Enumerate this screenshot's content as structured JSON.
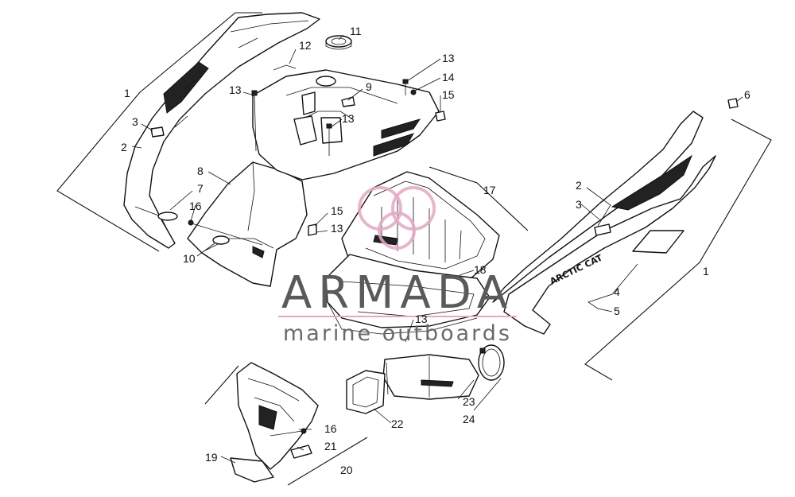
{
  "callouts": [
    {
      "id": "c1a",
      "text": "1"
    },
    {
      "id": "c3a",
      "text": "3"
    },
    {
      "id": "c2a",
      "text": "2"
    },
    {
      "id": "c7",
      "text": "7"
    },
    {
      "id": "c16a",
      "text": "16"
    },
    {
      "id": "c10",
      "text": "10"
    },
    {
      "id": "c8",
      "text": "8"
    },
    {
      "id": "c13a",
      "text": "13"
    },
    {
      "id": "c12",
      "text": "12"
    },
    {
      "id": "c11",
      "text": "11"
    },
    {
      "id": "c9",
      "text": "9"
    },
    {
      "id": "c13b",
      "text": "13"
    },
    {
      "id": "c13c",
      "text": "13"
    },
    {
      "id": "c14",
      "text": "14"
    },
    {
      "id": "c15a",
      "text": "15"
    },
    {
      "id": "c6",
      "text": "6"
    },
    {
      "id": "c17",
      "text": "17"
    },
    {
      "id": "c15b",
      "text": "15"
    },
    {
      "id": "c13d",
      "text": "13"
    },
    {
      "id": "c18",
      "text": "18"
    },
    {
      "id": "c2b",
      "text": "2"
    },
    {
      "id": "c3b",
      "text": "3"
    },
    {
      "id": "c1b",
      "text": "1"
    },
    {
      "id": "c4",
      "text": "4"
    },
    {
      "id": "c5",
      "text": "5"
    },
    {
      "id": "c13e",
      "text": "13"
    },
    {
      "id": "c22",
      "text": "22"
    },
    {
      "id": "c23",
      "text": "23"
    },
    {
      "id": "c24",
      "text": "24"
    },
    {
      "id": "c16b",
      "text": "16"
    },
    {
      "id": "c21",
      "text": "21"
    },
    {
      "id": "c19",
      "text": "19"
    },
    {
      "id": "c20",
      "text": "20"
    }
  ],
  "decal_text": "ARCTIC CAT",
  "watermark": {
    "title": "ARMADA",
    "subtitle": "marine outboards",
    "accent_color": "#e4a8c4"
  }
}
